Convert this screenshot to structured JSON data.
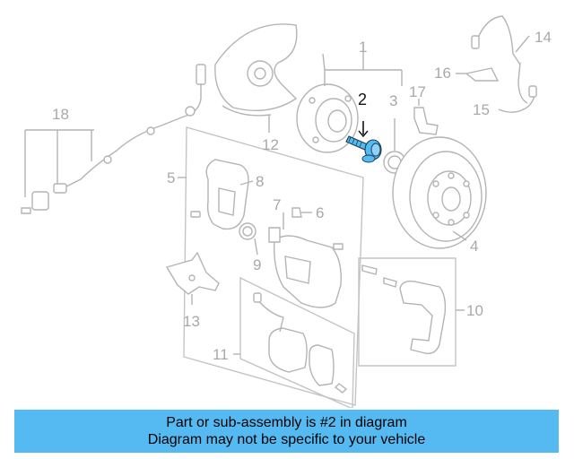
{
  "callouts": {
    "n1": "1",
    "n2": "2",
    "n3": "3",
    "n4": "4",
    "n5": "5",
    "n6": "6",
    "n7": "7",
    "n8": "8",
    "n9": "9",
    "n10": "10",
    "n11": "11",
    "n12": "12",
    "n13": "13",
    "n14": "14",
    "n15": "15",
    "n16": "16",
    "n17": "17",
    "n18": "18"
  },
  "highlighted_part": "2",
  "colors": {
    "highlight": "#55baf2",
    "banner": "#55baf2",
    "linework": "#b4b4b4"
  },
  "banner": {
    "line1": "Part or sub-assembly is #2 in diagram",
    "line2": "Diagram may not be specific to your vehicle"
  }
}
